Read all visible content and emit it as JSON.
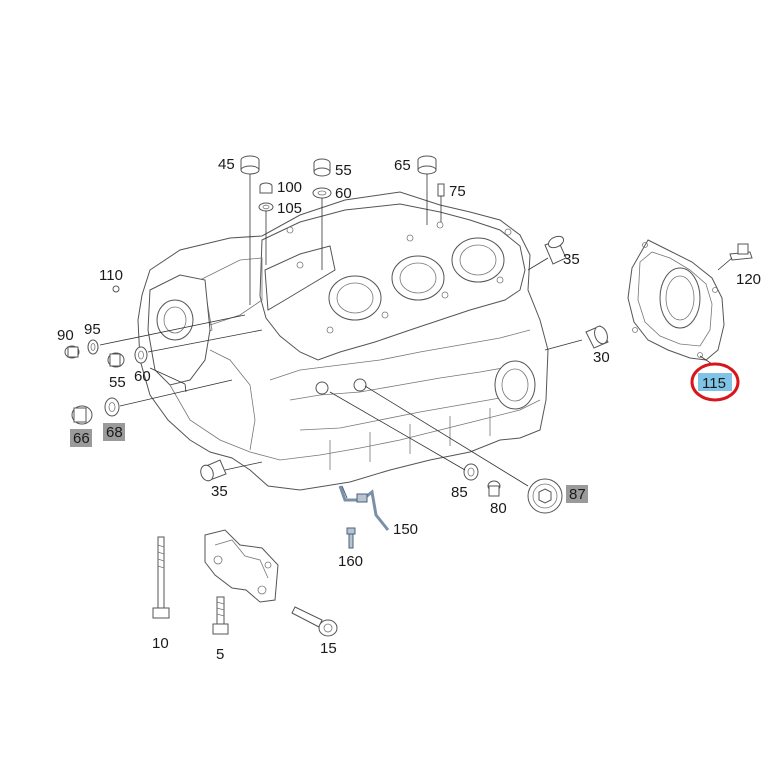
{
  "diagram": {
    "callouts": [
      {
        "id": "c45",
        "text": "45"
      },
      {
        "id": "c55a",
        "text": "55"
      },
      {
        "id": "c65",
        "text": "65"
      },
      {
        "id": "c100",
        "text": "100"
      },
      {
        "id": "c105",
        "text": "105"
      },
      {
        "id": "c60a",
        "text": "60"
      },
      {
        "id": "c75",
        "text": "75"
      },
      {
        "id": "c35a",
        "text": "35"
      },
      {
        "id": "c110",
        "text": "110"
      },
      {
        "id": "c90",
        "text": "90"
      },
      {
        "id": "c95",
        "text": "95"
      },
      {
        "id": "c55b",
        "text": "55"
      },
      {
        "id": "c60b",
        "text": "60"
      },
      {
        "id": "c66",
        "text": "66"
      },
      {
        "id": "c68",
        "text": "68"
      },
      {
        "id": "c30",
        "text": "30"
      },
      {
        "id": "c120",
        "text": "120"
      },
      {
        "id": "c115",
        "text": "115"
      },
      {
        "id": "c35b",
        "text": "35"
      },
      {
        "id": "c85",
        "text": "85"
      },
      {
        "id": "c80",
        "text": "80"
      },
      {
        "id": "c87",
        "text": "87"
      },
      {
        "id": "c150",
        "text": "150"
      },
      {
        "id": "c160",
        "text": "160"
      },
      {
        "id": "c10",
        "text": "10"
      },
      {
        "id": "c5",
        "text": "5"
      },
      {
        "id": "c15",
        "text": "15"
      }
    ],
    "colors": {
      "grey_highlight": "#9a9a9a",
      "selected_highlight": "#7fc4e6",
      "selection_ring": "#d8151b",
      "line": "#333333"
    }
  }
}
